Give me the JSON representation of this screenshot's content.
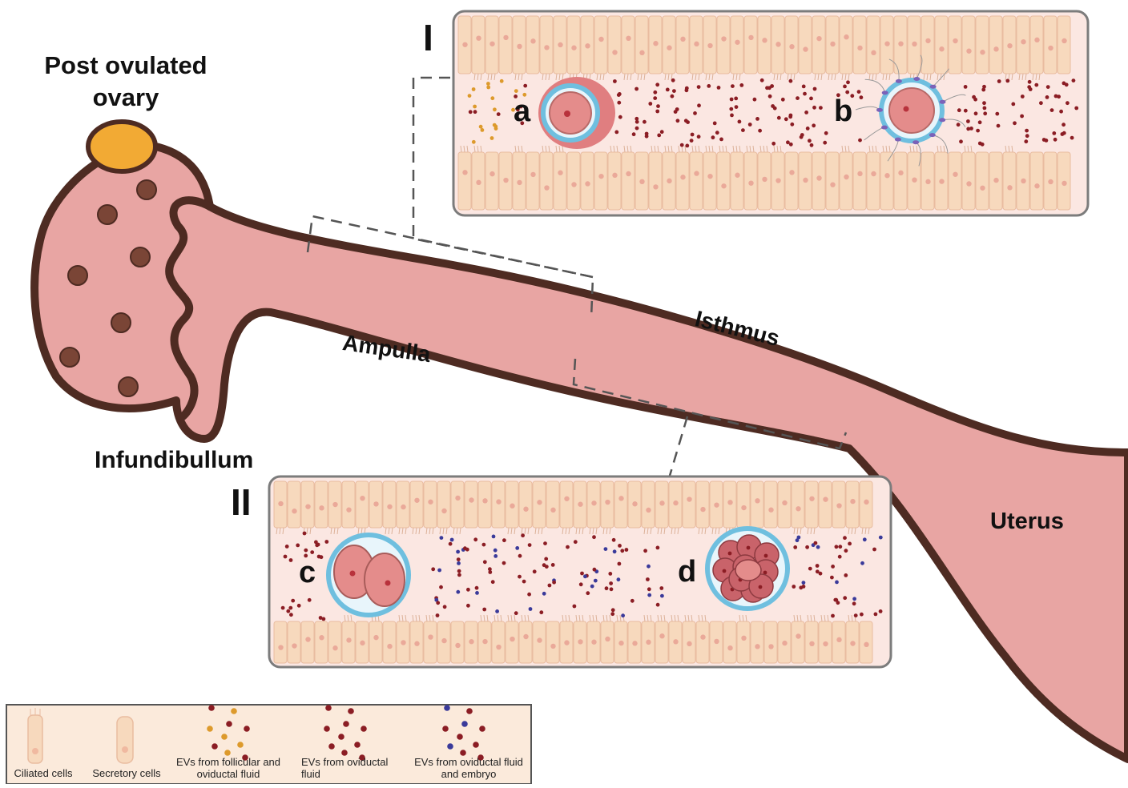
{
  "labels": {
    "ovary": "Post ovulated ovary",
    "infundibulum": "Infundibullum",
    "ampulla": "Ampulla",
    "isthmus": "Isthmus",
    "uterus": "Uterus"
  },
  "panels": [
    {
      "id": "I",
      "stages": [
        "a",
        "b"
      ]
    },
    {
      "id": "II",
      "stages": [
        "c",
        "d"
      ]
    }
  ],
  "legend": {
    "ciliated": "Ciliated cells",
    "secretory": "Secretory cells",
    "ev_follicular": "EVs from follicular and oviductal fluid",
    "ev_oviductal": "EVs from oviductal fluid",
    "ev_embryo": "EVs from oviductal fluid and embryo"
  },
  "colors": {
    "tissue": "#e8a5a3",
    "outline": "#4e2b22",
    "ovary_corpus": "#f2aa34",
    "follicle": "#7a4536",
    "epithelium": "#f7d9bd",
    "lumen": "#fbe7e2",
    "zona": "#6fbfdf",
    "ev_red": "#8b1d24",
    "ev_orange": "#dd9a2c",
    "ev_blue": "#3a3a9a",
    "legend_bg": "#fbeadb"
  }
}
